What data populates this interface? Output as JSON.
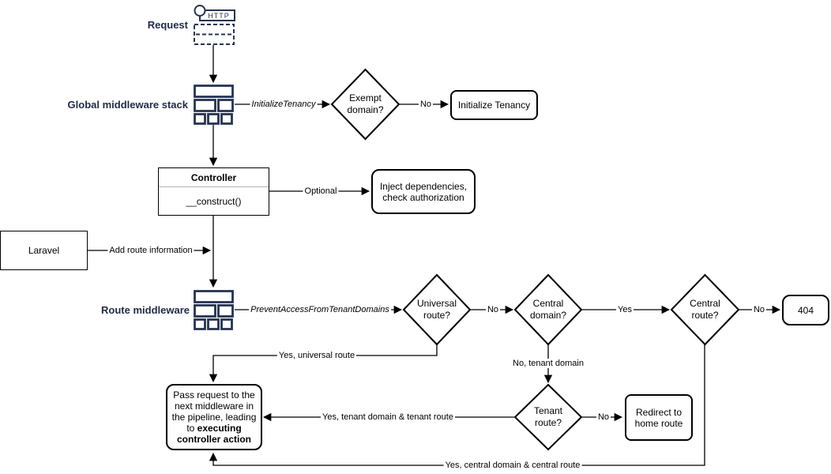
{
  "diagram": {
    "stages": {
      "request": "Request",
      "http": "HTTP",
      "global_middleware": "Global middleware stack",
      "route_middleware": "Route middleware"
    },
    "nodes": {
      "exempt_domain": "Exempt domain?",
      "initialize_tenancy": "Initialize Tenancy",
      "controller_title": "Controller",
      "controller_method": "__construct()",
      "inject": "Inject dependencies, check authorization",
      "laravel": "Laravel",
      "universal_route": "Universal route?",
      "central_domain": "Central domain?",
      "central_route": "Central route?",
      "not_found": "404",
      "tenant_route": "Tenant route?",
      "redirect": "Redirect to home route",
      "pass_normal": "Pass request to the next middleware in the pipeline, leading to ",
      "pass_bold": "executing controller action"
    },
    "edge_labels": {
      "initialize_tenancy_mw": "InitializeTenancy",
      "no_exempt": "No",
      "optional": "Optional",
      "add_route_info": "Add route information",
      "prevent_access": "PreventAccessFromTenantDomains",
      "no_universal": "No",
      "yes_central_domain": "Yes",
      "no_central_route": "No",
      "yes_universal": "Yes, universal route",
      "no_tenant_domain": "No, tenant domain",
      "no_tenant_route": "No",
      "yes_tenant": "Yes, tenant domain & tenant route",
      "yes_central": "Yes, central domain & central route"
    },
    "colors": {
      "label_navy": "#1f2a44",
      "icon_navy": "#263450",
      "line": "#000000"
    }
  }
}
